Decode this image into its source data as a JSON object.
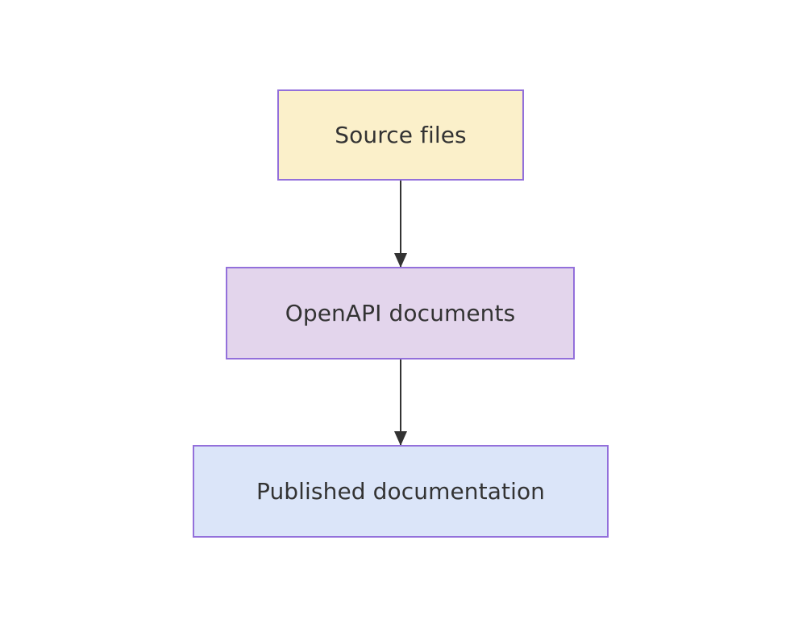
{
  "diagram": {
    "type": "flowchart",
    "direction": "top-to-bottom",
    "background_color": "#ffffff",
    "nodes": [
      {
        "id": "source-files",
        "label": "Source files",
        "fill_color": "#fbf0ca",
        "border_color": "#9370db",
        "text_color": "#333333"
      },
      {
        "id": "openapi-documents",
        "label": "OpenAPI documents",
        "fill_color": "#e3d5ec",
        "border_color": "#9370db",
        "text_color": "#333333"
      },
      {
        "id": "published-documentation",
        "label": "Published documentation",
        "fill_color": "#dbe5f9",
        "border_color": "#9370db",
        "text_color": "#333333"
      }
    ],
    "edges": [
      {
        "id": "edge-source-to-openapi",
        "from": "source-files",
        "to": "openapi-documents",
        "label": "",
        "color": "#333333",
        "arrowhead": "solid-triangle"
      },
      {
        "id": "edge-openapi-to-published",
        "from": "openapi-documents",
        "to": "published-documentation",
        "label": "",
        "color": "#333333",
        "arrowhead": "solid-triangle"
      }
    ]
  }
}
